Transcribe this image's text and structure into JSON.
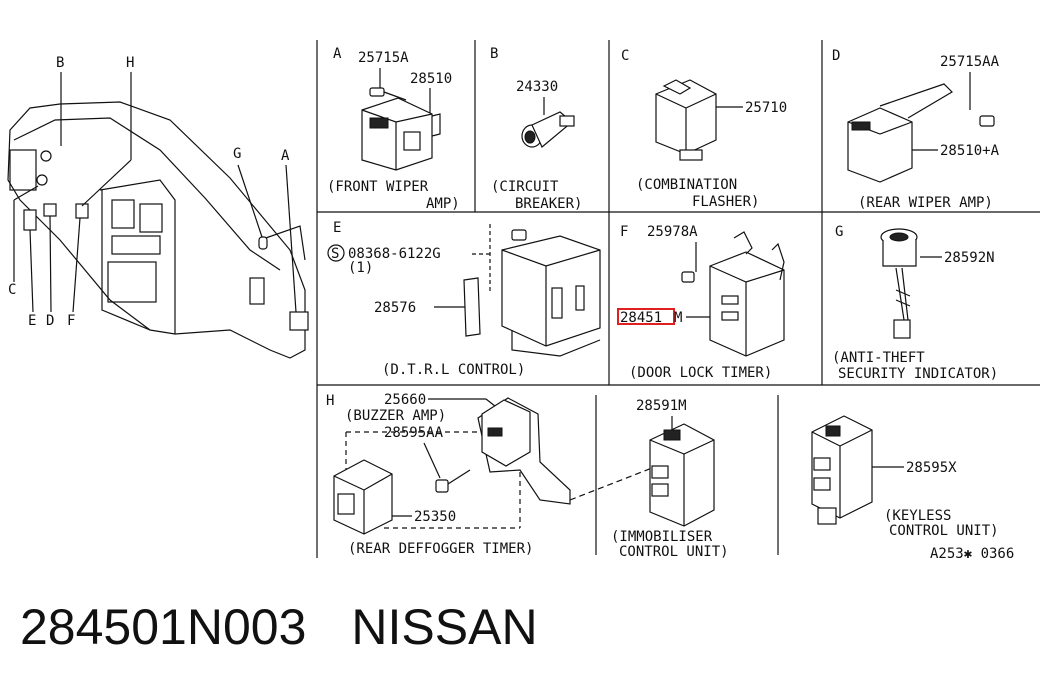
{
  "overview": {
    "callouts": [
      "B",
      "H",
      "G",
      "A",
      "C",
      "E",
      "D",
      "F"
    ]
  },
  "panels": {
    "A": {
      "letter": "A",
      "parts": [
        "25715A",
        "28510"
      ],
      "caption": [
        "(FRONT WIPER",
        "AMP)"
      ]
    },
    "B": {
      "letter": "B",
      "parts": [
        "24330"
      ],
      "caption": [
        "(CIRCUIT",
        "BREAKER)"
      ]
    },
    "C": {
      "letter": "C",
      "parts": [
        "25710"
      ],
      "caption": [
        "(COMBINATION",
        "FLASHER)"
      ]
    },
    "D": {
      "letter": "D",
      "parts": [
        "25715AA",
        "28510+A"
      ],
      "caption": [
        "(REAR WIPER AMP)"
      ]
    },
    "E": {
      "letter": "E",
      "parts": [
        "08368-6122G",
        "(1)",
        "28576"
      ],
      "caption": [
        "(D.T.R.L CONTROL)"
      ]
    },
    "F": {
      "letter": "F",
      "parts": [
        "25978A",
        "28451",
        "M"
      ],
      "caption": [
        "(DOOR LOCK TIMER)"
      ]
    },
    "G": {
      "letter": "G",
      "parts": [
        "28592N"
      ],
      "caption": [
        "(ANTI-THEFT",
        "SECURITY INDICATOR)"
      ]
    },
    "H": {
      "letter": "H",
      "parts": [
        "25660",
        "(BUZZER AMP)",
        "28595AA",
        "25350",
        "28591M",
        "28595X"
      ],
      "captions": [
        "(REAR DEFFOGGER TIMER)",
        "(IMMOBILISER",
        "CONTROL UNIT)",
        "(KEYLESS",
        "CONTROL UNIT)"
      ]
    }
  },
  "bolt_symbol": "S",
  "drawing_code": "A253✱ 0366",
  "highlight_color": "#e02020",
  "footer": {
    "part_number": "284501N003",
    "brand": "NISSAN"
  }
}
